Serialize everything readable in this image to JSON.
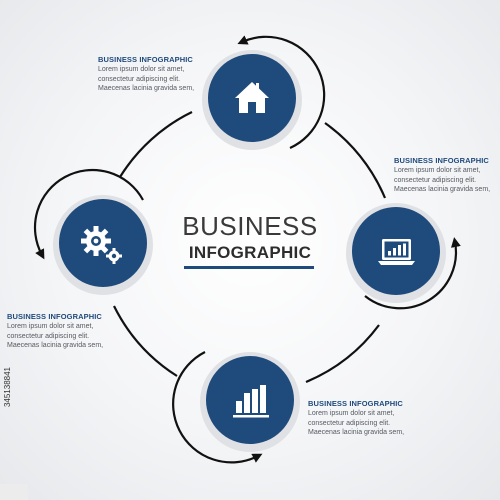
{
  "colors": {
    "navy": "#1f4a7c",
    "ring_shadow": "#d3d6da",
    "arc_stroke": "#111111",
    "text_gray": "#555a60",
    "heading_dark": "#3a3a3a"
  },
  "center": {
    "title": "BUSINESS",
    "subtitle": "INFOGRAPHIC"
  },
  "steps": [
    {
      "icon": "home-icon",
      "heading": "BUSINESS INFOGRAPHIC",
      "lines": [
        "Lorem ipsum dolor sit amet,",
        "consectetur adipiscing elit.",
        "Maecenas lacinia gravida sem,"
      ]
    },
    {
      "icon": "laptop-chart-icon",
      "heading": "BUSINESS INFOGRAPHIC",
      "lines": [
        "Lorem ipsum dolor sit amet,",
        "consectetur adipiscing elit.",
        "Maecenas lacinia gravida sem,"
      ]
    },
    {
      "icon": "bar-chart-icon",
      "heading": "BUSINESS INFOGRAPHIC",
      "lines": [
        "Lorem ipsum dolor sit amet,",
        "consectetur adipiscing elit.",
        "Maecenas lacinia gravida sem,"
      ]
    },
    {
      "icon": "gears-icon",
      "heading": "BUSINESS INFOGRAPHIC",
      "lines": [
        "Lorem ipsum dolor sit amet,",
        "consectetur adipiscing elit.",
        "Maecenas lacinia gravida sem,"
      ]
    }
  ],
  "stock_id": "345138841"
}
